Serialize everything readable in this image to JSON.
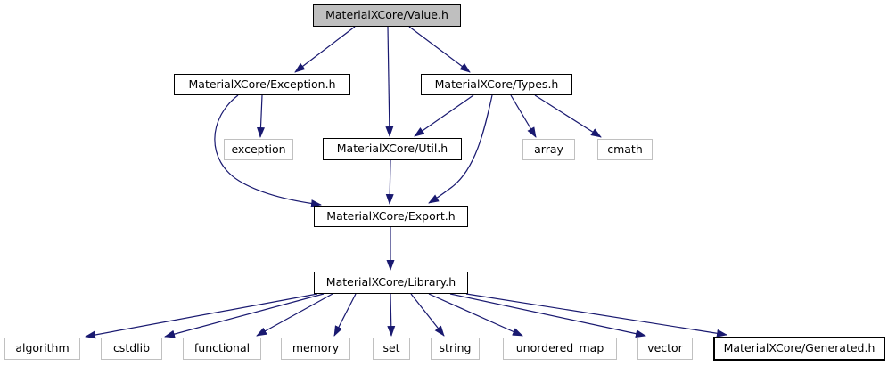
{
  "diagram": {
    "type": "include-dependency-graph",
    "colors": {
      "edge": "#191970",
      "project_border": "#000000",
      "system_border": "#c0c0c0",
      "root_fill": "#bfbfbf",
      "node_fill": "#ffffff",
      "text": "#000000",
      "background": "#ffffff"
    },
    "nodes": {
      "value_h": {
        "label": "MaterialXCore/Value.h",
        "kind": "root"
      },
      "exception_h": {
        "label": "MaterialXCore/Exception.h",
        "kind": "project"
      },
      "types_h": {
        "label": "MaterialXCore/Types.h",
        "kind": "project"
      },
      "exception_std": {
        "label": "exception",
        "kind": "system"
      },
      "util_h": {
        "label": "MaterialXCore/Util.h",
        "kind": "project"
      },
      "array_std": {
        "label": "array",
        "kind": "system"
      },
      "cmath_std": {
        "label": "cmath",
        "kind": "system"
      },
      "export_h": {
        "label": "MaterialXCore/Export.h",
        "kind": "project"
      },
      "library_h": {
        "label": "MaterialXCore/Library.h",
        "kind": "project"
      },
      "algorithm_std": {
        "label": "algorithm",
        "kind": "system"
      },
      "cstdlib_std": {
        "label": "cstdlib",
        "kind": "system"
      },
      "functional_std": {
        "label": "functional",
        "kind": "system"
      },
      "memory_std": {
        "label": "memory",
        "kind": "system"
      },
      "set_std": {
        "label": "set",
        "kind": "system"
      },
      "string_std": {
        "label": "string",
        "kind": "system"
      },
      "unordered_map_std": {
        "label": "unordered_map",
        "kind": "system"
      },
      "vector_std": {
        "label": "vector",
        "kind": "system"
      },
      "generated_h": {
        "label": "MaterialXCore/Generated.h",
        "kind": "project"
      }
    },
    "edges": [
      {
        "from": "MaterialXCore/Value.h",
        "to": "MaterialXCore/Exception.h"
      },
      {
        "from": "MaterialXCore/Value.h",
        "to": "MaterialXCore/Util.h"
      },
      {
        "from": "MaterialXCore/Value.h",
        "to": "MaterialXCore/Types.h"
      },
      {
        "from": "MaterialXCore/Exception.h",
        "to": "exception"
      },
      {
        "from": "MaterialXCore/Exception.h",
        "to": "MaterialXCore/Export.h"
      },
      {
        "from": "MaterialXCore/Types.h",
        "to": "MaterialXCore/Util.h"
      },
      {
        "from": "MaterialXCore/Types.h",
        "to": "array"
      },
      {
        "from": "MaterialXCore/Types.h",
        "to": "cmath"
      },
      {
        "from": "MaterialXCore/Types.h",
        "to": "MaterialXCore/Export.h"
      },
      {
        "from": "MaterialXCore/Util.h",
        "to": "MaterialXCore/Export.h"
      },
      {
        "from": "MaterialXCore/Export.h",
        "to": "MaterialXCore/Library.h"
      },
      {
        "from": "MaterialXCore/Library.h",
        "to": "algorithm"
      },
      {
        "from": "MaterialXCore/Library.h",
        "to": "cstdlib"
      },
      {
        "from": "MaterialXCore/Library.h",
        "to": "functional"
      },
      {
        "from": "MaterialXCore/Library.h",
        "to": "memory"
      },
      {
        "from": "MaterialXCore/Library.h",
        "to": "set"
      },
      {
        "from": "MaterialXCore/Library.h",
        "to": "string"
      },
      {
        "from": "MaterialXCore/Library.h",
        "to": "unordered_map"
      },
      {
        "from": "MaterialXCore/Library.h",
        "to": "vector"
      },
      {
        "from": "MaterialXCore/Library.h",
        "to": "MaterialXCore/Generated.h"
      }
    ]
  }
}
